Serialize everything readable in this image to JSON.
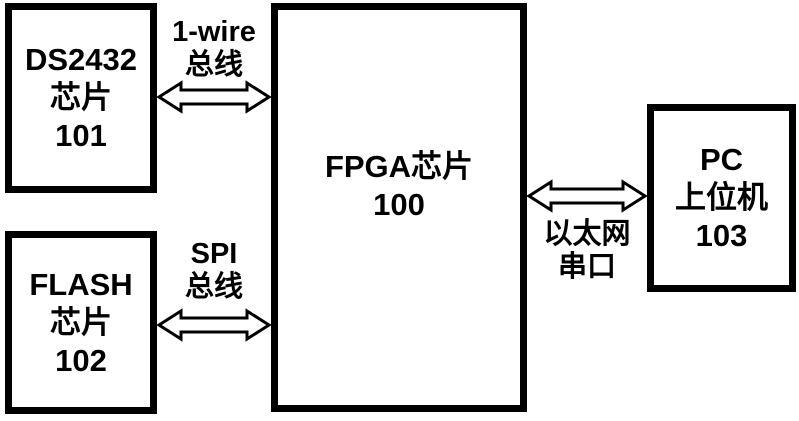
{
  "diagram": {
    "title": "FPGA system block diagram",
    "background_color": "#ffffff",
    "line_color": "#000000",
    "blocks": [
      {
        "id": "ds2432",
        "lines": [
          "DS2432",
          "芯片",
          "101"
        ]
      },
      {
        "id": "flash",
        "lines": [
          "FLASH",
          "芯片",
          "102"
        ]
      },
      {
        "id": "fpga",
        "lines": [
          "FPGA芯片",
          "100"
        ]
      },
      {
        "id": "pc",
        "lines": [
          "PC",
          "上位机",
          "103"
        ]
      }
    ],
    "connections": [
      {
        "id": "one-wire",
        "from": "ds2432",
        "to": "fpga",
        "style": "double-arrow",
        "label_lines": [
          "1-wire",
          "总线"
        ]
      },
      {
        "id": "spi",
        "from": "flash",
        "to": "fpga",
        "style": "double-arrow",
        "label_lines": [
          "SPI",
          "总线"
        ]
      },
      {
        "id": "ethernet",
        "from": "fpga",
        "to": "pc",
        "style": "double-arrow",
        "label_lines": [
          "以太网",
          "串口"
        ]
      }
    ]
  }
}
